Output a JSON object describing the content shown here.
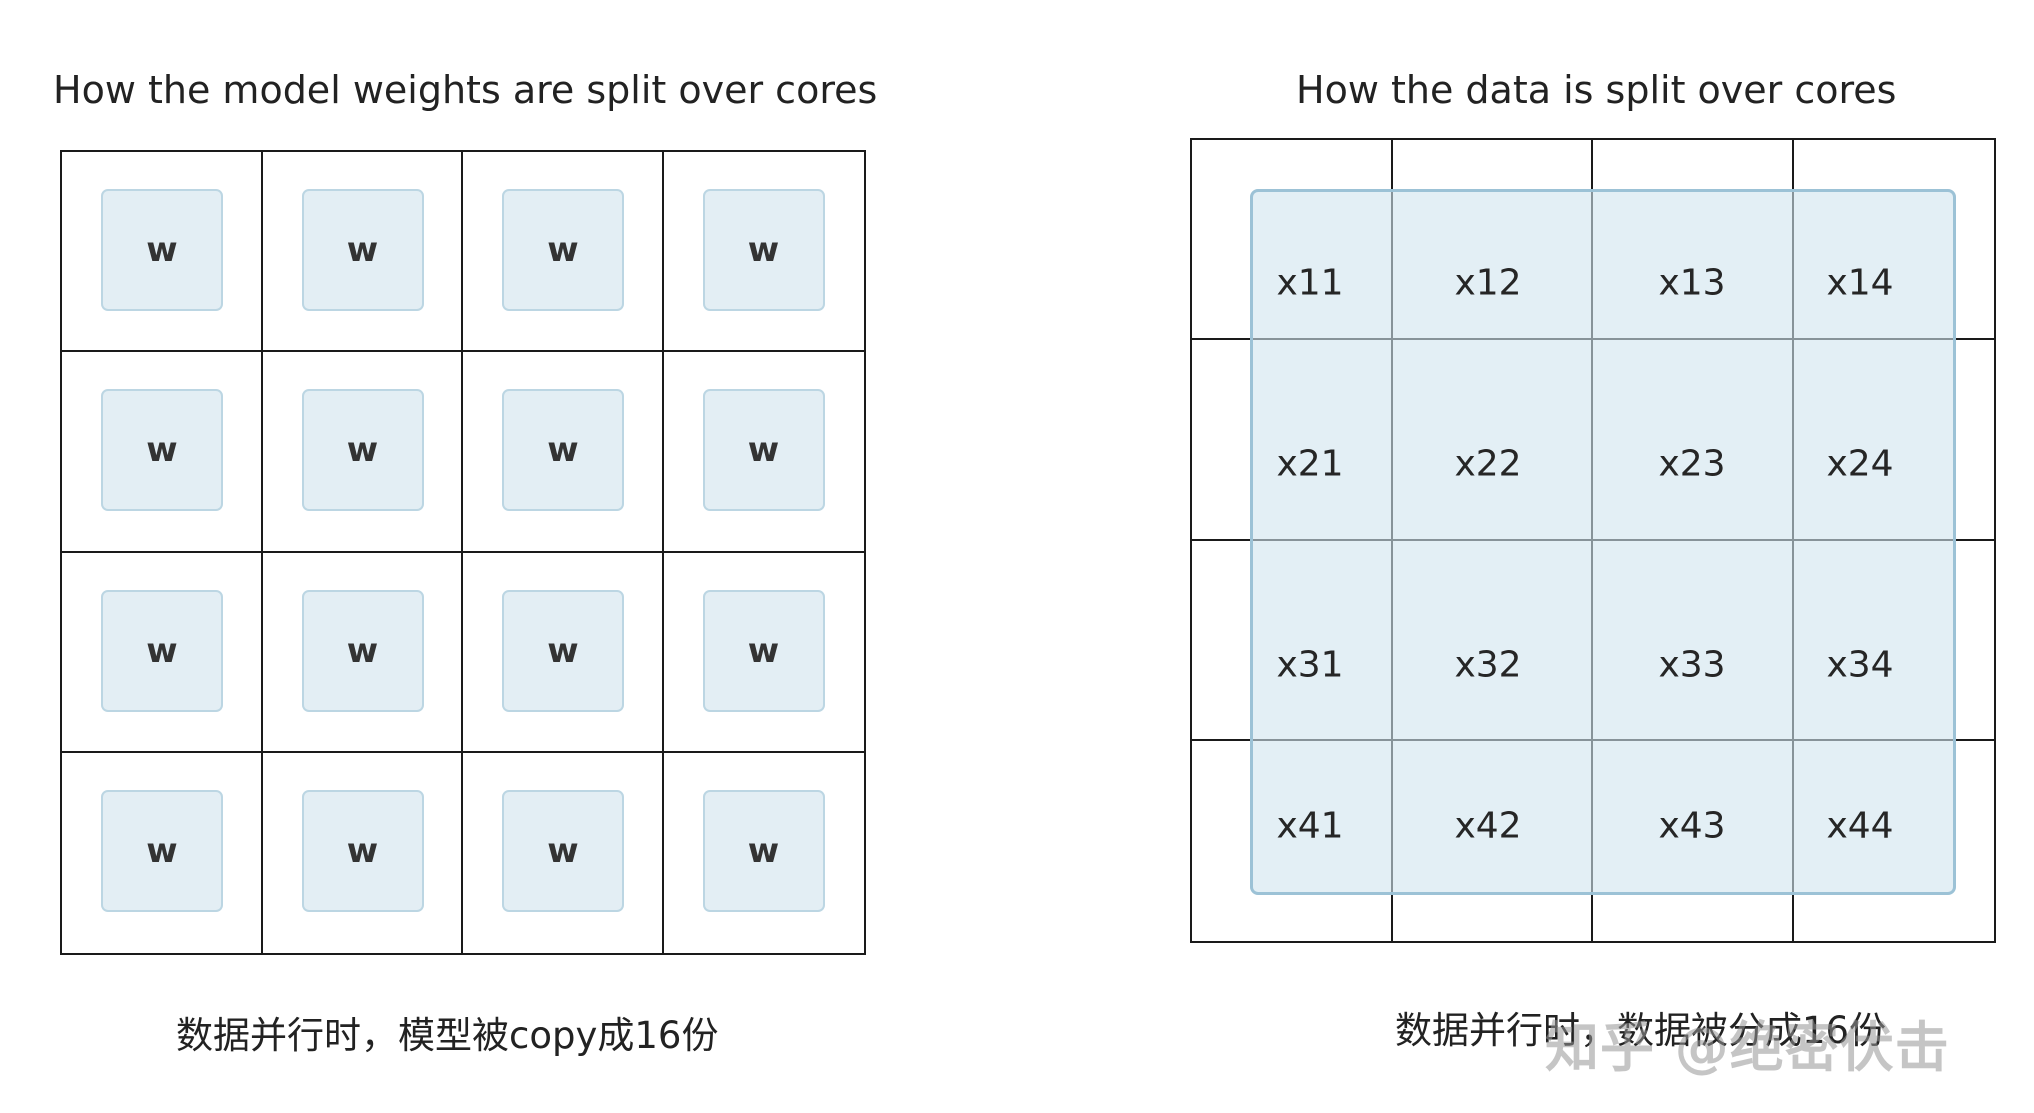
{
  "left_panel": {
    "title": "How the model weights are split over cores",
    "cell_label": "w",
    "caption": "数据并行时，模型被copy成16份"
  },
  "right_panel": {
    "title": "How the data is split over cores",
    "cells": [
      [
        "x11",
        "x12",
        "x13",
        "x14"
      ],
      [
        "x21",
        "x22",
        "x23",
        "x24"
      ],
      [
        "x31",
        "x32",
        "x33",
        "x34"
      ],
      [
        "x41",
        "x42",
        "x43",
        "x44"
      ]
    ],
    "caption": "数据并行时，数据被分成16份"
  },
  "watermark": "知乎 @绝密伏击",
  "colors": {
    "weight_box_fill": "#e3eef4",
    "weight_box_border": "#bcd6e3",
    "data_panel_fill": "#d0e4ef",
    "data_panel_border": "#9cc2d6",
    "grid_line": "#1a1a1a"
  }
}
